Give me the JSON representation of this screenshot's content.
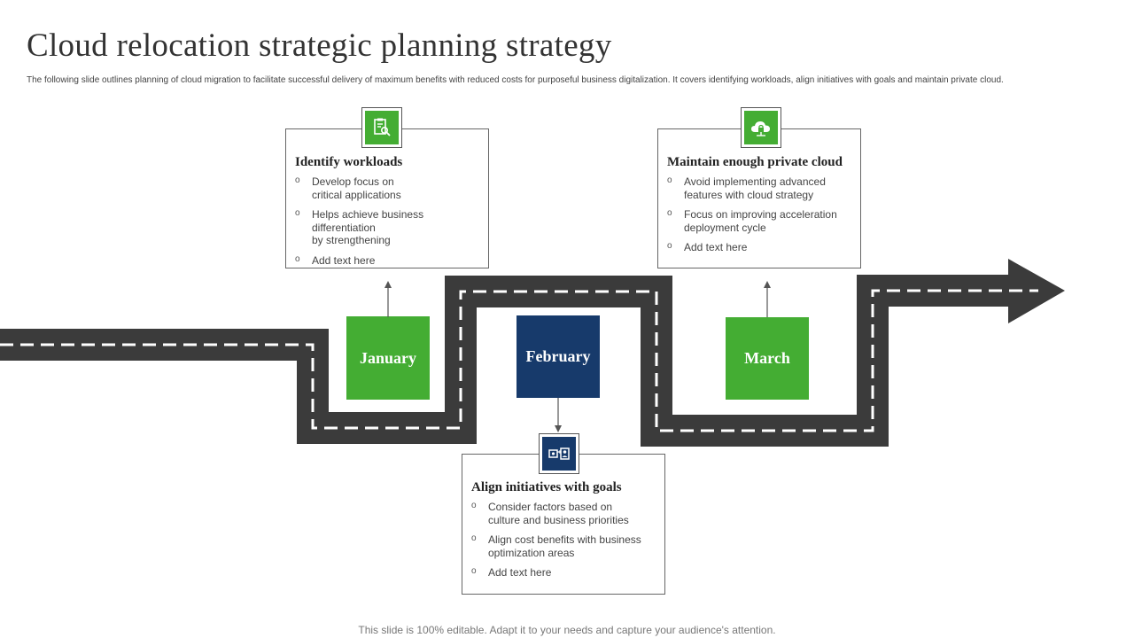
{
  "title": "Cloud relocation strategic planning strategy",
  "subtitle": "The following slide outlines planning of cloud migration to facilitate successful delivery of maximum benefits with reduced costs for purposeful business digitalization. It covers identifying workloads, align initiatives with goals and maintain private cloud.",
  "footer": "This slide is 100% editable. Adapt it to your needs and capture your audience's attention.",
  "colors": {
    "green": "#44ad33",
    "navy": "#173a6b",
    "road": "#3b3b3b"
  },
  "months": {
    "m1": {
      "label": "January",
      "icon": "clipboard-search-icon"
    },
    "m2": {
      "label": "February",
      "icon": "money-exchange-icon"
    },
    "m3": {
      "label": "March",
      "icon": "cloud-lock-icon"
    }
  },
  "cards": {
    "c1": {
      "title": "Identify workloads",
      "items": [
        "Develop focus on\ncritical applications",
        "Helps achieve business\ndifferentiation\nby strengthening",
        "Add text here"
      ]
    },
    "c2": {
      "title": "Align initiatives with goals",
      "items": [
        "Consider factors based on\nculture and business priorities",
        "Align cost benefits with business\noptimization areas",
        "Add text here"
      ]
    },
    "c3": {
      "title": "Maintain enough private cloud",
      "items": [
        "Avoid implementing advanced\nfeatures with cloud strategy",
        "Focus on improving acceleration\ndeployment cycle",
        "Add text here"
      ]
    }
  }
}
